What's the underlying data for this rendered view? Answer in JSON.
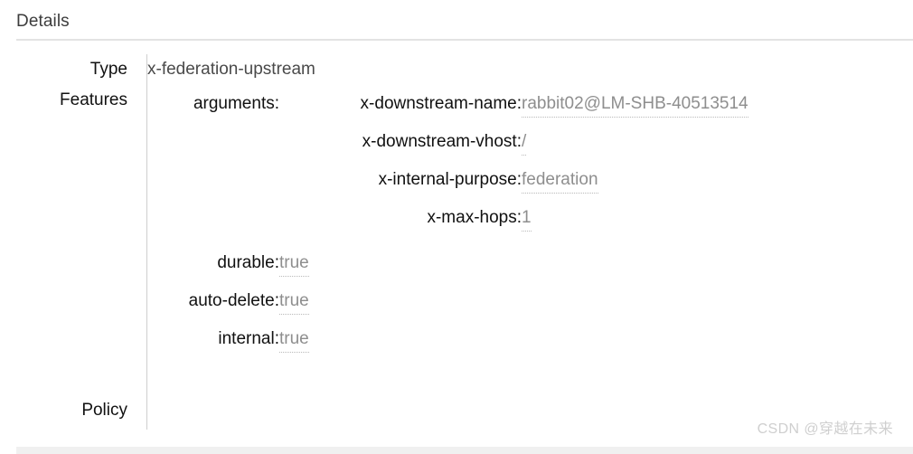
{
  "panel": {
    "header": "Details"
  },
  "rows": {
    "type": {
      "label": "Type",
      "value": "x-federation-upstream"
    },
    "features": {
      "label": "Features",
      "arguments_label": "arguments:",
      "arguments": [
        {
          "key": "x-downstream-name:",
          "value": "rabbit02@LM-SHB-40513514"
        },
        {
          "key": "x-downstream-vhost:",
          "value": "/"
        },
        {
          "key": "x-internal-purpose:",
          "value": "federation"
        },
        {
          "key": "x-max-hops:",
          "value": "1"
        }
      ],
      "properties": [
        {
          "key": "durable:",
          "value": "true"
        },
        {
          "key": "auto-delete:",
          "value": "true"
        },
        {
          "key": "internal:",
          "value": "true"
        }
      ]
    },
    "policy": {
      "label": "Policy",
      "value": ""
    }
  },
  "watermark": {
    "text": "CSDN @穿越在未来"
  },
  "colors": {
    "label_text": "#111111",
    "value_text": "#8e8e8e",
    "type_value_text": "#4a4a4a",
    "header_text": "#3c3c3c",
    "rule": "#e3e3e3",
    "divider": "#cfcfcf",
    "dotted_underline": "#b9b9b9",
    "bottom_band": "#f0f0f0",
    "watermark": "#cfcfcf",
    "background": "#ffffff"
  }
}
